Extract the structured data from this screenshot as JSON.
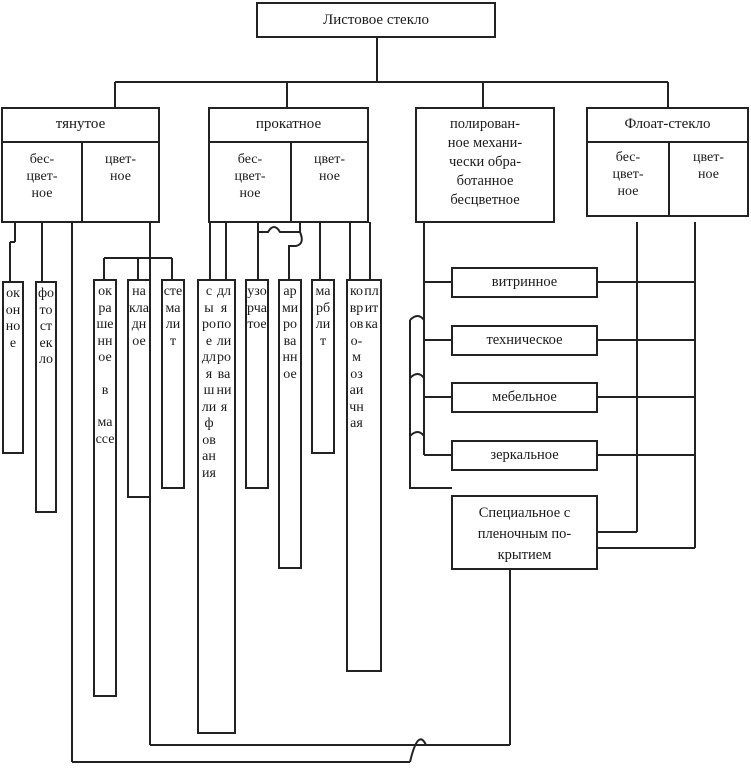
{
  "root": "Листовое стекло",
  "groups": {
    "drawn": {
      "title": "тянутое",
      "colorless": "бес-\nцвет-\nное",
      "colored": "цвет-\nное"
    },
    "rolled": {
      "title": "прокатное",
      "colorless": "бес-\nцвет-\nное",
      "colored": "цвет-\nное"
    },
    "polished": {
      "title": "полирован-\nное механи-\nчески обра-\nботанное\nбесцветное"
    },
    "float": {
      "title": "Флоат-стекло",
      "colorless": "бес-\nцвет-\nное",
      "colored": "цвет-\nное"
    }
  },
  "types": {
    "window": "оконное",
    "photo": "фотостекло",
    "mass_colored": [
      "окрашенное",
      "в",
      "массе"
    ],
    "flashed": "накладное",
    "stemalit": "стемалит",
    "for_grinding": "сырое для шлифования",
    "for_polishing": "для полирования",
    "patterned": "узорчатое",
    "reinforced": "армированное",
    "marblite": "марблит",
    "mosaic": "коврово-мозаичная",
    "tile": "плитка"
  },
  "applications": {
    "showcase": "витринное",
    "technical": "техническое",
    "furniture": "мебельное",
    "mirror": "зеркальное",
    "special": "Специальное с\nпленочным по-\nкрытием"
  }
}
